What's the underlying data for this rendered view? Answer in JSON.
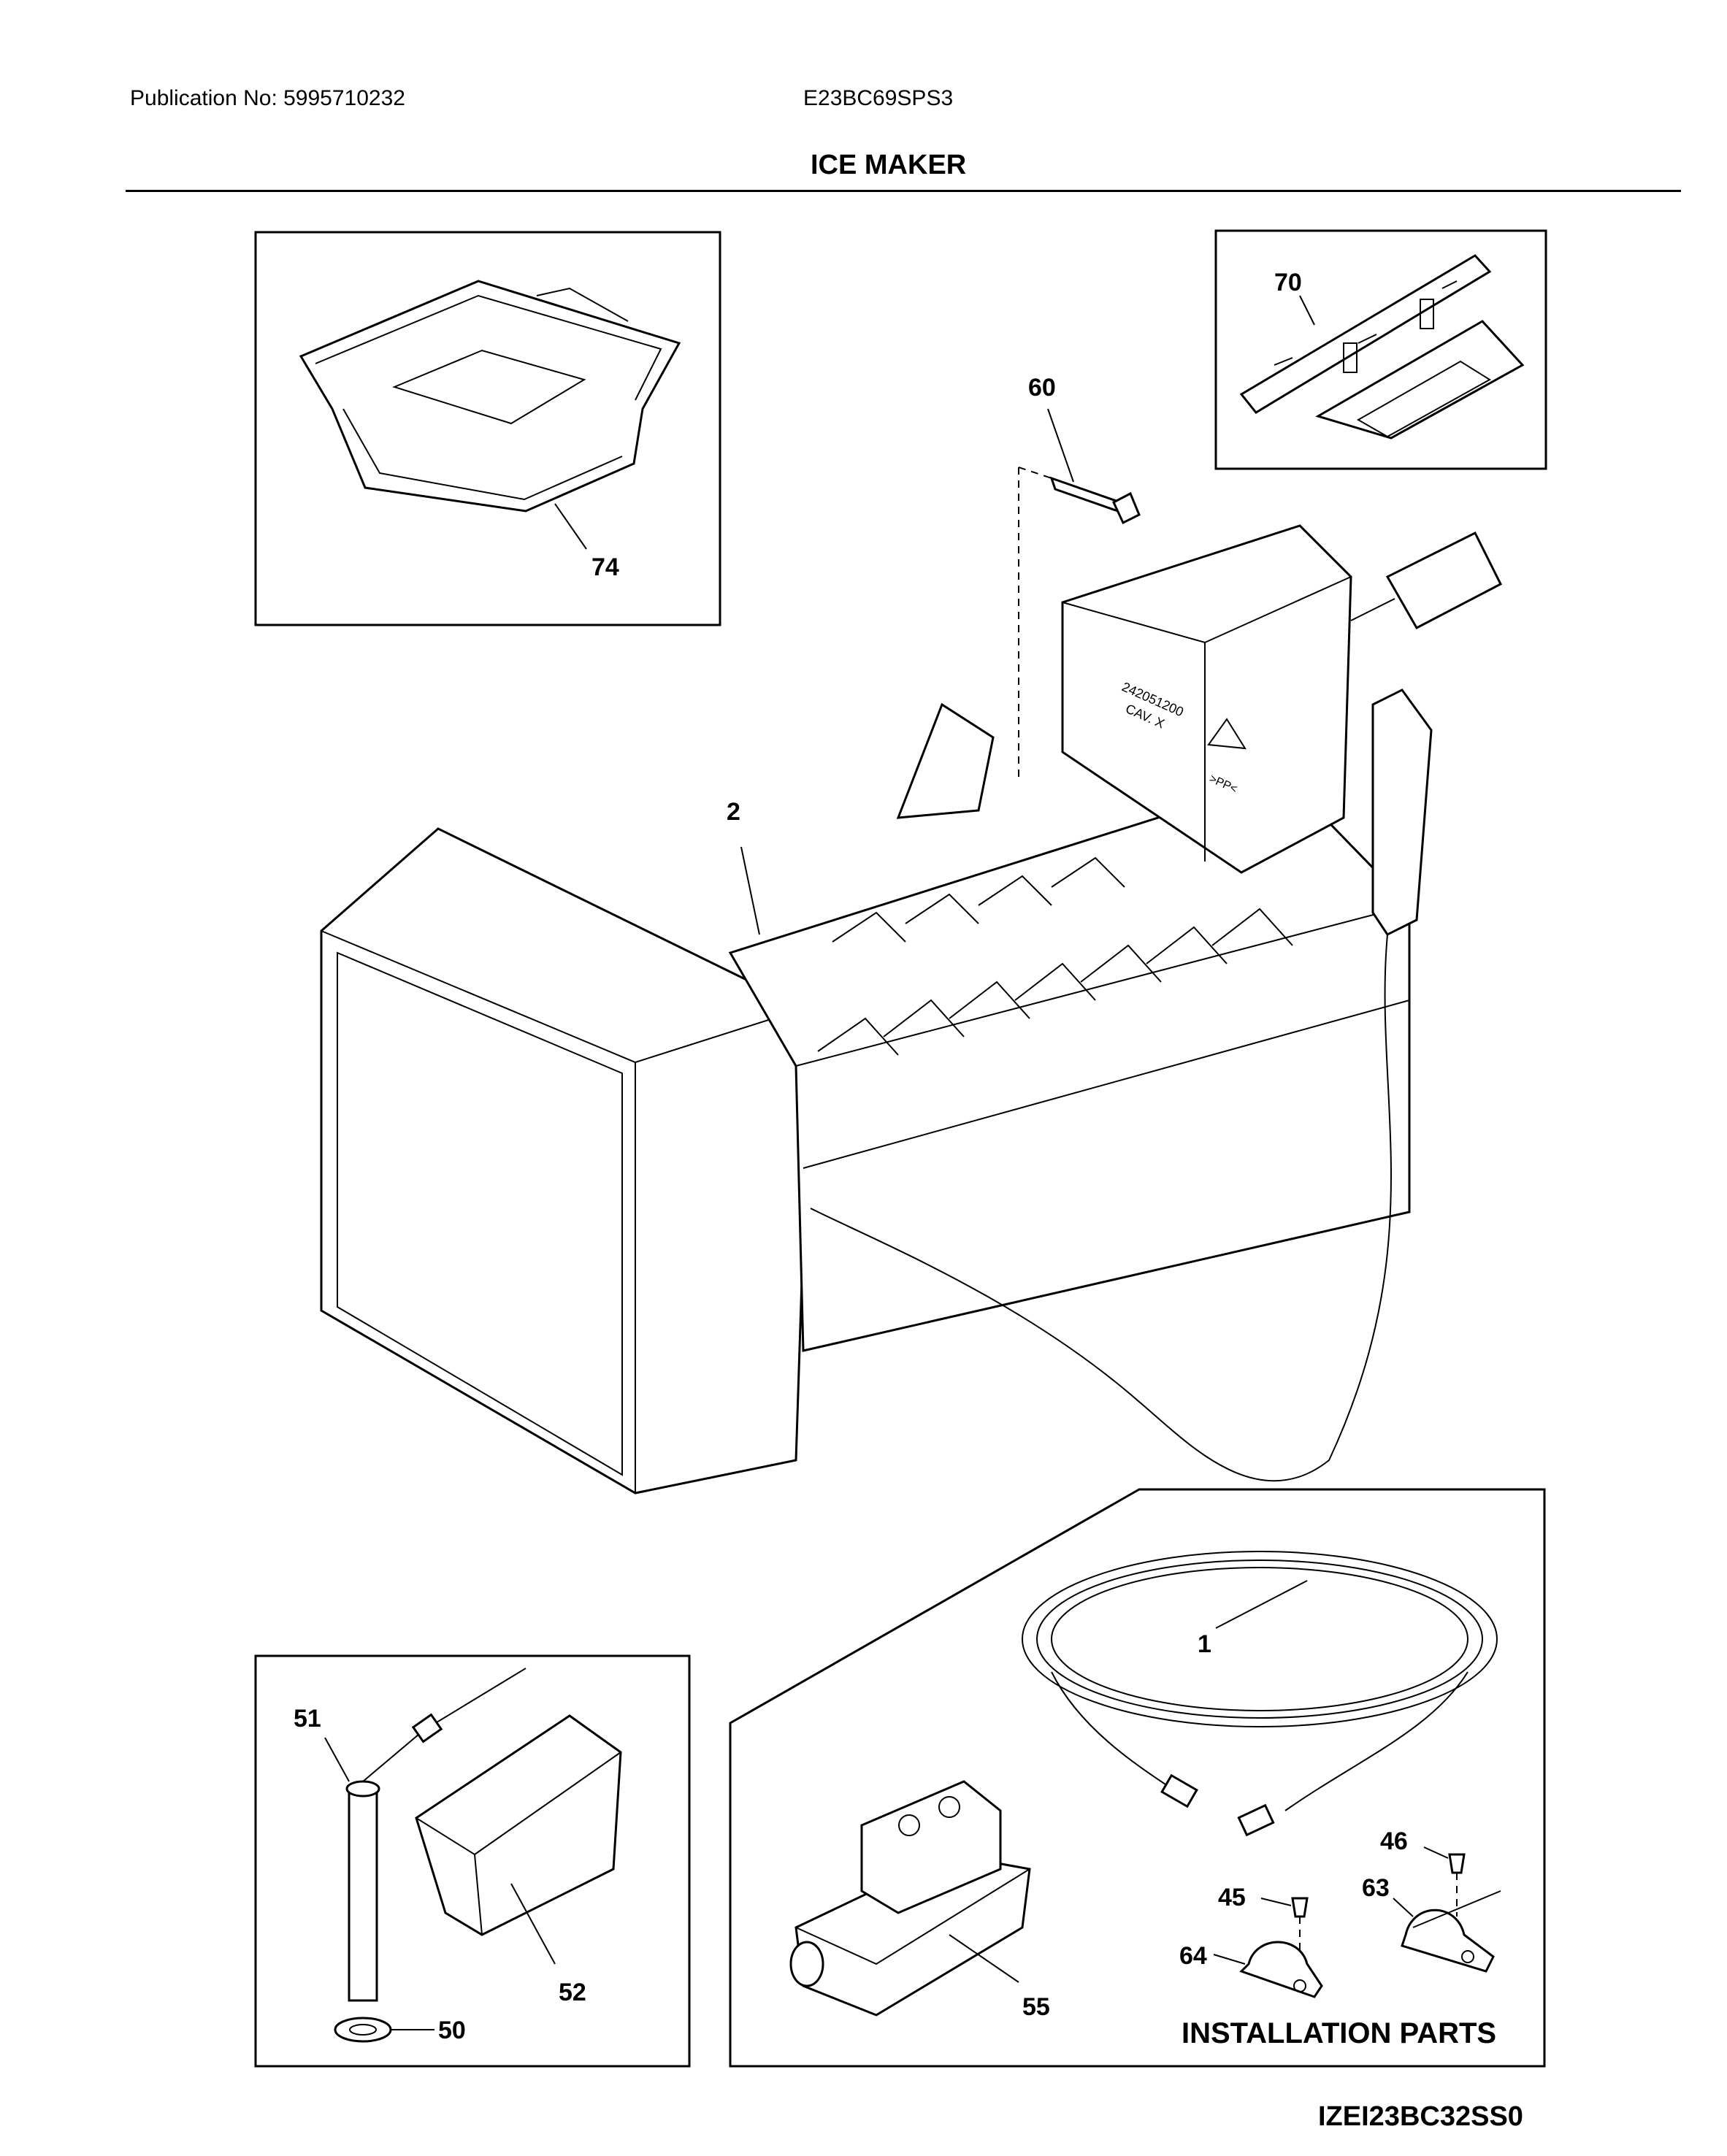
{
  "header": {
    "publication": "Publication No: 5995710232",
    "model": "E23BC69SPS3",
    "title": "ICE MAKER"
  },
  "diagram": {
    "callouts": [
      "1",
      "2",
      "45",
      "46",
      "50",
      "51",
      "52",
      "55",
      "60",
      "63",
      "64",
      "70",
      "74"
    ],
    "installation_label": "INSTALLATION PARTS",
    "part_stamp_line1": "242051200",
    "part_stamp_line2": "CAV. X",
    "recycle_mark": ">PP<",
    "footer_code": "IZEI23BC32SS0"
  }
}
